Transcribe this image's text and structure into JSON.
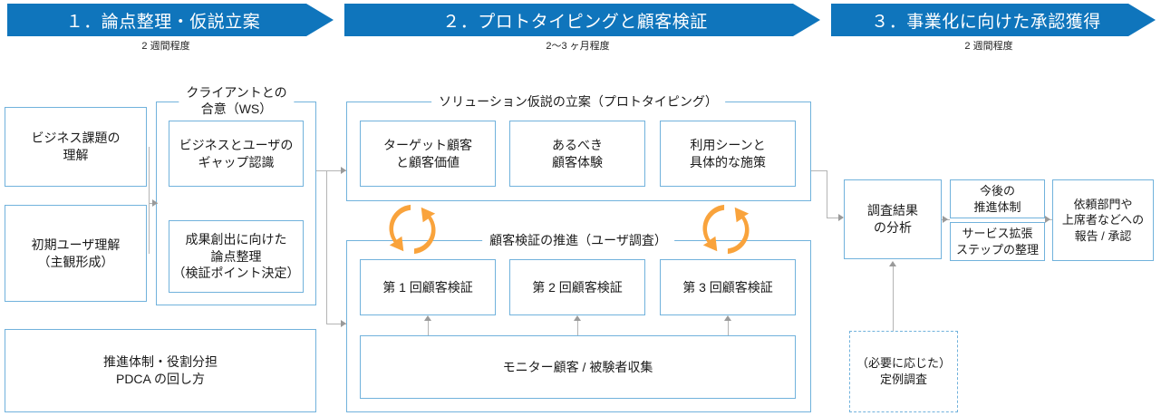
{
  "phases": [
    {
      "label": "１．論点整理・仮説立案",
      "duration": "2 週間程度"
    },
    {
      "label": "２．プロトタイピングと顧客検証",
      "duration": "2〜3 ヶ月程度"
    },
    {
      "label": "３．事業化に向けた承認獲得",
      "duration": "2 週間程度"
    }
  ],
  "phase1": {
    "box_business_issue": "ビジネス課題の\n理解",
    "box_initial_user": "初期ユーザ理解\n（主観形成）",
    "group_client": "クライアントとの\n合意（WS）",
    "box_gap": "ビジネスとユーザの\nギャップ認識",
    "box_issue_sorting": "成果創出に向けた\n論点整理\n（検証ポイント決定）",
    "box_pdca": "推進体制・役割分担\nPDCA の回し方"
  },
  "phase2": {
    "group_solution": "ソリューション仮説の立案（プロトタイピング）",
    "box_target": "ターゲット顧客\nと顧客価値",
    "box_experience": "あるべき\n顧客体験",
    "box_scene": "利用シーンと\n具体的な施策",
    "group_validation": "顧客検証の推進（ユーザ調査）",
    "box_v1": "第 1 回顧客検証",
    "box_v2": "第 2 回顧客検証",
    "box_v3": "第 3 回顧客検証",
    "box_monitor": "モニター顧客 / 被験者収集"
  },
  "phase3": {
    "box_analysis": "調査結果\nの分析",
    "box_future_system": "今後の\n推進体制",
    "box_expansion": "サービス拡張\nステップの整理",
    "box_report": "依頼部門や\n上席者などへの\n報告 / 承認",
    "box_regular_survey": "（必要に応じた）\n定例調査"
  },
  "icons": {
    "cycle": "refresh-cycle-icon",
    "arrow_right": "arrow-right-icon",
    "arrow_up": "arrow-up-icon"
  },
  "colors": {
    "banner_blue": "#0f75bc",
    "box_border_blue": "#71b2dc",
    "cycle_orange": "#f9a33c",
    "connector_gray": "#b4b4b4"
  }
}
